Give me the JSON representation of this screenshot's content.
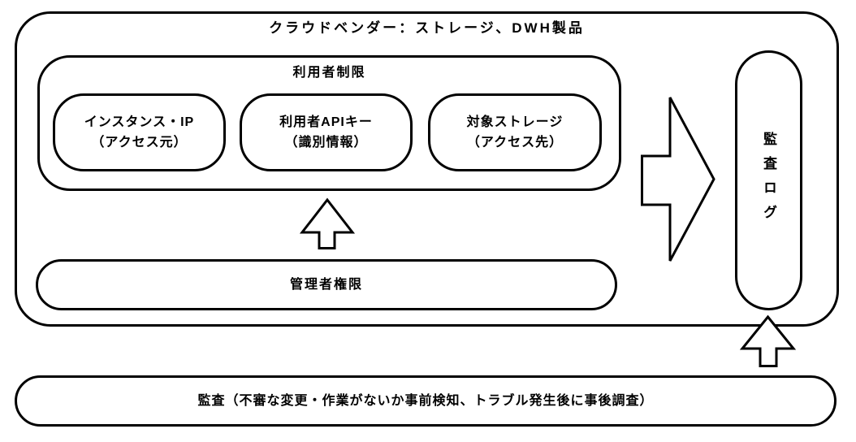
{
  "colors": {
    "line": "#000000",
    "background": "#ffffff",
    "text": "#000000"
  },
  "outer": {
    "title": "クラウドベンダー：ストレージ、DWH製品"
  },
  "user_restriction": {
    "title": "利用者制限"
  },
  "pills": [
    {
      "line1": "インスタンス・IP",
      "line2": "（アクセス元）"
    },
    {
      "line1": "利用者APIキー",
      "line2": "（識別情報）"
    },
    {
      "line1": "対象ストレージ",
      "line2": "（アクセス先）"
    }
  ],
  "admin": {
    "label": "管理者権限"
  },
  "audit_log": {
    "label": "監査ログ"
  },
  "audit": {
    "label": "監査（不審な変更・作業がないか事前検知、トラブル発生後に事後調査）"
  },
  "icons": {
    "up_arrow_inner": "block-arrow-up",
    "right_arrow": "block-arrow-right",
    "up_arrow_audit": "block-arrow-up"
  }
}
